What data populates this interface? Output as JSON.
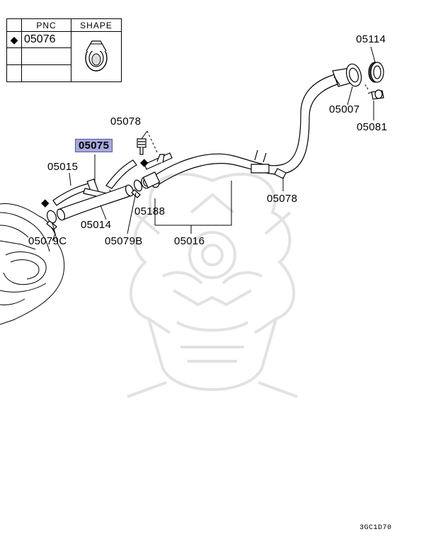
{
  "legend": {
    "header_pnc": "PNC",
    "header_shape": "SHAPE",
    "marker": "◆",
    "pnc": "05076"
  },
  "labels": {
    "p05114": "05114",
    "p05007": "05007",
    "p05081": "05081",
    "p05078_top": "05078",
    "p05075": "05075",
    "p05015": "05015",
    "p05078_right": "05078",
    "p05188": "05188",
    "p05014": "05014",
    "p05079c": "05079C",
    "p05079b": "05079B",
    "p05016": "05016"
  },
  "markers": {
    "diamond": "◆"
  },
  "footer_code": "3GC1D70",
  "colors": {
    "highlight": "#a7a9dd",
    "watermark": "#e3e3e3",
    "line": "#000000"
  }
}
